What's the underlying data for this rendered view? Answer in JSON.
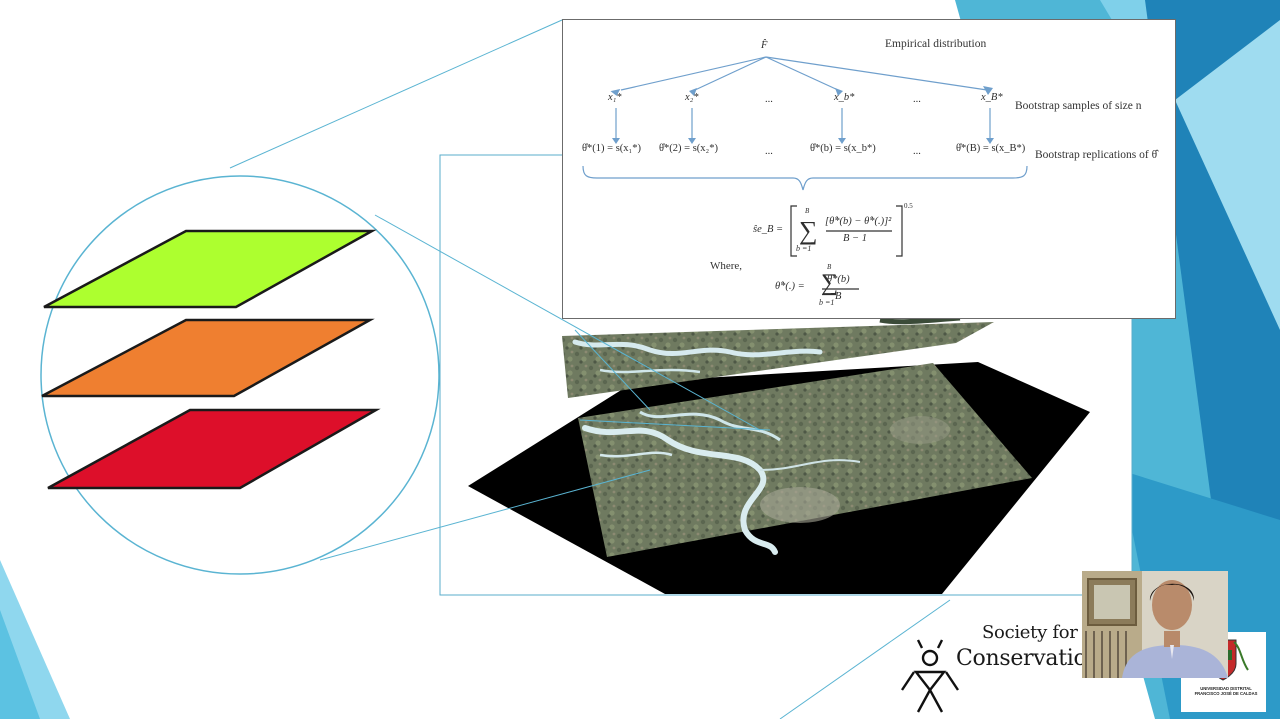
{
  "formula": {
    "f_hat": "F̂",
    "empirical_distribution": "Empirical distribution",
    "samples": [
      "x₁*",
      "x₂*",
      "...",
      "x_b*",
      "...",
      "x_B*"
    ],
    "bootstrap_samples": "Bootstrap samples of size n",
    "replications": [
      "θ̂*(1) = s(x₁*)",
      "θ̂*(2) = s(x₂*)",
      "...",
      "θ̂*(b) = s(x_b*)",
      "...",
      "θ̂*(B) = s(x_B*)"
    ],
    "bootstrap_replications": "Bootstrap replications of θ̂",
    "se_lhs": "ŝe_B =",
    "sum_top": "B",
    "sum_bottom": "b =1",
    "numerator": "[θ̂*(b) − θ̂*(.)]²",
    "denominator": "B − 1",
    "exponent": "0.5",
    "where": "Where,",
    "mean_lhs": "θ̂*(.) =",
    "mean_num": "θ̂*(b)",
    "mean_den": "B"
  },
  "layers": {
    "colors": [
      "#adff2f",
      "#ef7f30",
      "#dd0f2a"
    ]
  },
  "logo": {
    "line1": "Society for",
    "line2": "Conservatio"
  },
  "university": {
    "line1": "UNIVERSIDAD DISTRITAL",
    "line2": "FRANCISCO JOSÉ DE CALDAS"
  }
}
